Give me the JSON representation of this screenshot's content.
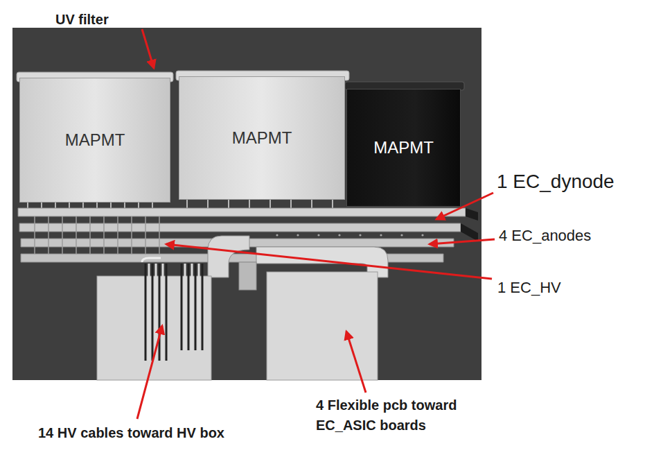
{
  "diagram": {
    "nodes": [
      {
        "text": [
          "MAPMT"
        ]
      },
      {
        "text": [
          "MAPMT"
        ]
      },
      {
        "text": [
          "MAPMT"
        ]
      }
    ],
    "labels": [
      "UV filter",
      "1 EC_dynode",
      "4 EC_anodes",
      "1 EC_HV",
      "14 HV cables toward HV box",
      "4 Flexible pcb toward EC_ASIC boards"
    ]
  }
}
